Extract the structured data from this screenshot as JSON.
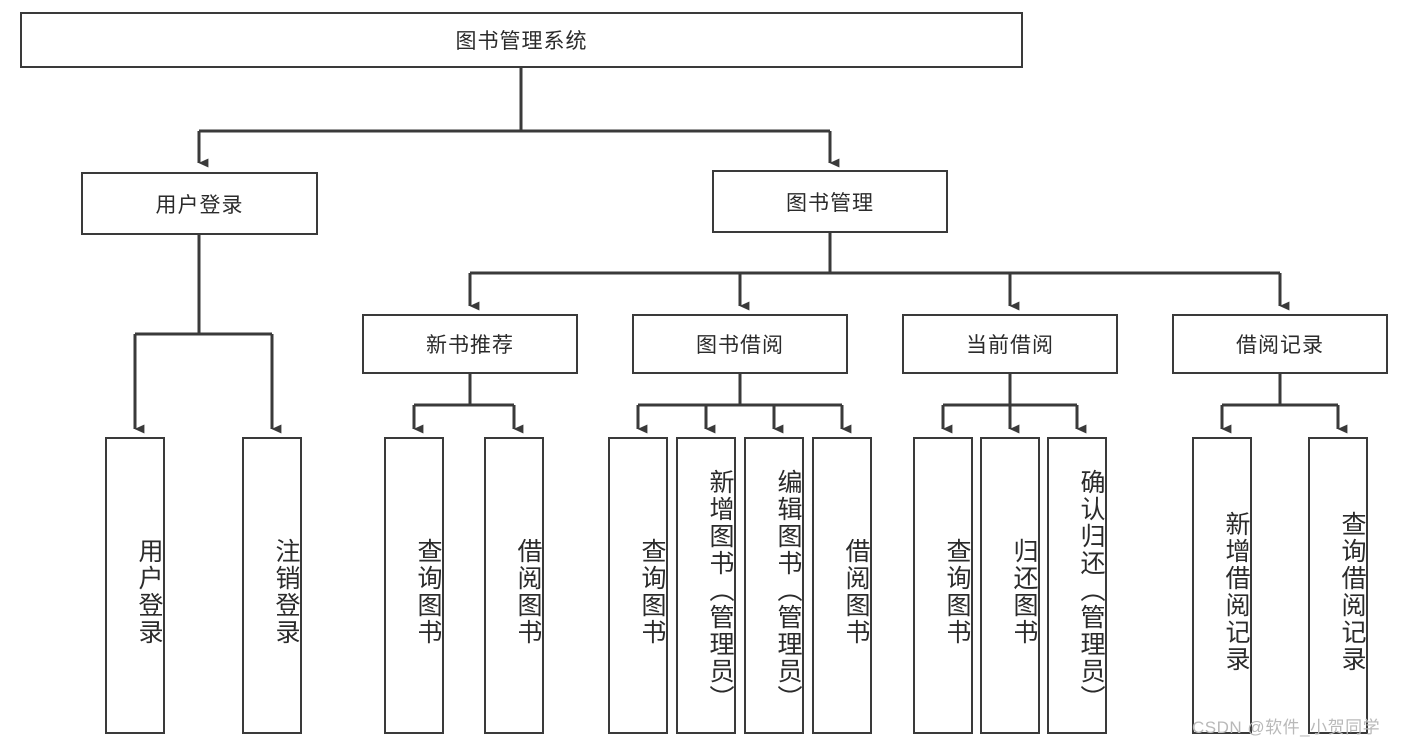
{
  "diagram": {
    "title_node": {
      "label": "图书管理系统"
    },
    "level2": [
      {
        "id": "user-login",
        "label": "用户登录"
      },
      {
        "id": "book-management",
        "label": "图书管理"
      }
    ],
    "level3": [
      {
        "id": "new-book-recommend",
        "label": "新书推荐"
      },
      {
        "id": "book-borrow",
        "label": "图书借阅"
      },
      {
        "id": "current-borrow",
        "label": "当前借阅"
      },
      {
        "id": "borrow-record",
        "label": "借阅记录"
      }
    ],
    "leaves": {
      "user_login": [
        {
          "id": "leaf-user-login",
          "label": "用户登录"
        },
        {
          "id": "leaf-logout-login",
          "label": "注销登录"
        }
      ],
      "new_book_recommend": [
        {
          "id": "leaf-query-book-1",
          "label": "查询图书"
        },
        {
          "id": "leaf-borrow-book-1",
          "label": "借阅图书"
        }
      ],
      "book_borrow": [
        {
          "id": "leaf-query-book-2",
          "label": "查询图书"
        },
        {
          "id": "leaf-add-book",
          "label": "新增图书（管理员）"
        },
        {
          "id": "leaf-edit-book",
          "label": "编辑图书（管理员）"
        },
        {
          "id": "leaf-borrow-book-2",
          "label": "借阅图书"
        }
      ],
      "current_borrow": [
        {
          "id": "leaf-query-book-3",
          "label": "查询图书"
        },
        {
          "id": "leaf-return-book",
          "label": "归还图书"
        },
        {
          "id": "leaf-confirm-return",
          "label": "确认归还（管理员）"
        }
      ],
      "borrow_record": [
        {
          "id": "leaf-add-record",
          "label": "新增借阅记录"
        },
        {
          "id": "leaf-query-record",
          "label": "查询借阅记录"
        }
      ]
    },
    "watermark": "CSDN @软件_小贺同学",
    "colors": {
      "stroke": "#3a3a3a",
      "background": "#ffffff",
      "text": "#2b2b2b",
      "watermark": "#b9b9b9"
    }
  }
}
